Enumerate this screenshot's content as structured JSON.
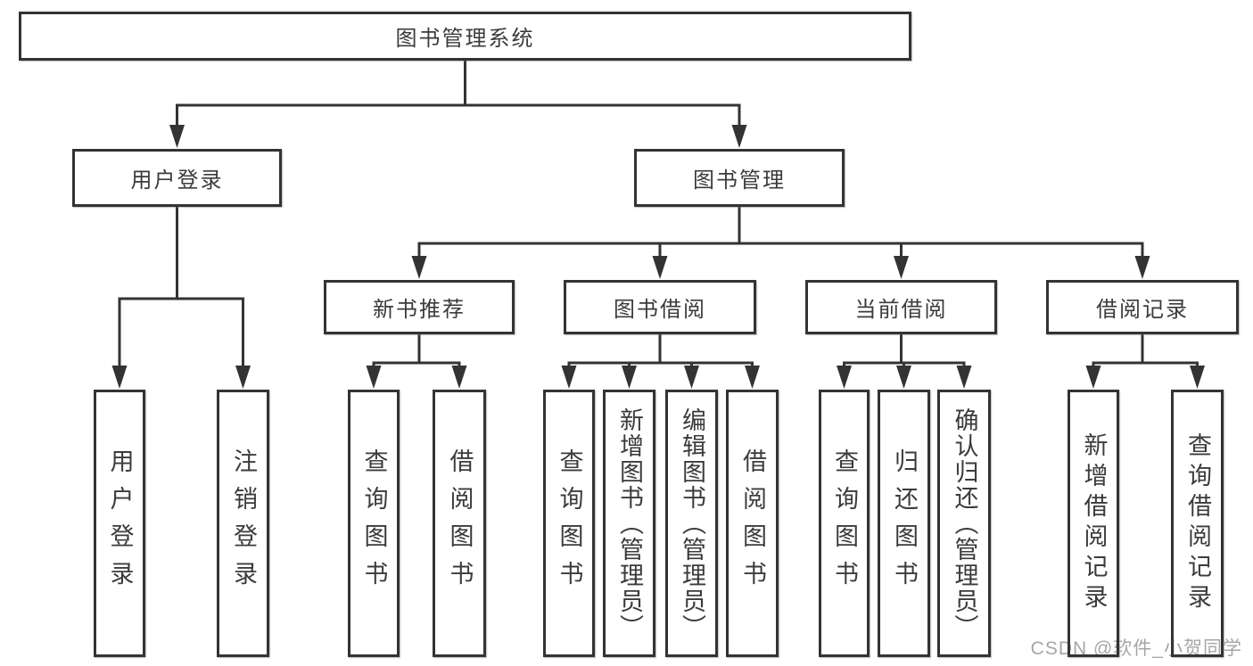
{
  "diagram": {
    "root": {
      "id": "root",
      "label": "图书管理系统"
    },
    "level2": [
      {
        "id": "user-login",
        "label": "用户登录"
      },
      {
        "id": "book-mgmt",
        "label": "图书管理"
      }
    ],
    "level3": [
      {
        "id": "new-book-rec",
        "label": "新书推荐",
        "parent": "book-mgmt"
      },
      {
        "id": "book-borrow",
        "label": "图书借阅",
        "parent": "book-mgmt"
      },
      {
        "id": "current-borrow",
        "label": "当前借阅",
        "parent": "book-mgmt"
      },
      {
        "id": "borrow-records",
        "label": "借阅记录",
        "parent": "book-mgmt"
      }
    ],
    "leaves": [
      {
        "id": "leaf-user-login",
        "label": "用户登录",
        "parent": "user-login"
      },
      {
        "id": "leaf-logout",
        "label": "注销登录",
        "parent": "user-login"
      },
      {
        "id": "leaf-query-book-1",
        "label": "查询图书",
        "parent": "new-book-rec"
      },
      {
        "id": "leaf-borrow-book-1",
        "label": "借阅图书",
        "parent": "new-book-rec"
      },
      {
        "id": "leaf-query-book-2",
        "label": "查询图书",
        "parent": "book-borrow"
      },
      {
        "id": "leaf-add-book",
        "label": "新增图书（管理员）",
        "parent": "book-borrow"
      },
      {
        "id": "leaf-edit-book",
        "label": "编辑图书（管理员）",
        "parent": "book-borrow"
      },
      {
        "id": "leaf-borrow-book-2",
        "label": "借阅图书",
        "parent": "book-borrow"
      },
      {
        "id": "leaf-query-book-3",
        "label": "查询图书",
        "parent": "current-borrow"
      },
      {
        "id": "leaf-return-book",
        "label": "归还图书",
        "parent": "current-borrow"
      },
      {
        "id": "leaf-confirm-return",
        "label": "确认归还（管理员）",
        "parent": "current-borrow"
      },
      {
        "id": "leaf-add-borrow-record",
        "label": "新增借阅记录",
        "parent": "borrow-records"
      },
      {
        "id": "leaf-query-borrow-record",
        "label": "查询借阅记录",
        "parent": "borrow-records"
      }
    ]
  },
  "watermark": {
    "text": "CSDN @软件_小贺同学"
  },
  "colors": {
    "line": "#333333",
    "text": "#3b3b3b",
    "box_fill": "#ffffff",
    "watermark": "#a6a6a6",
    "background": "#ffffff"
  }
}
